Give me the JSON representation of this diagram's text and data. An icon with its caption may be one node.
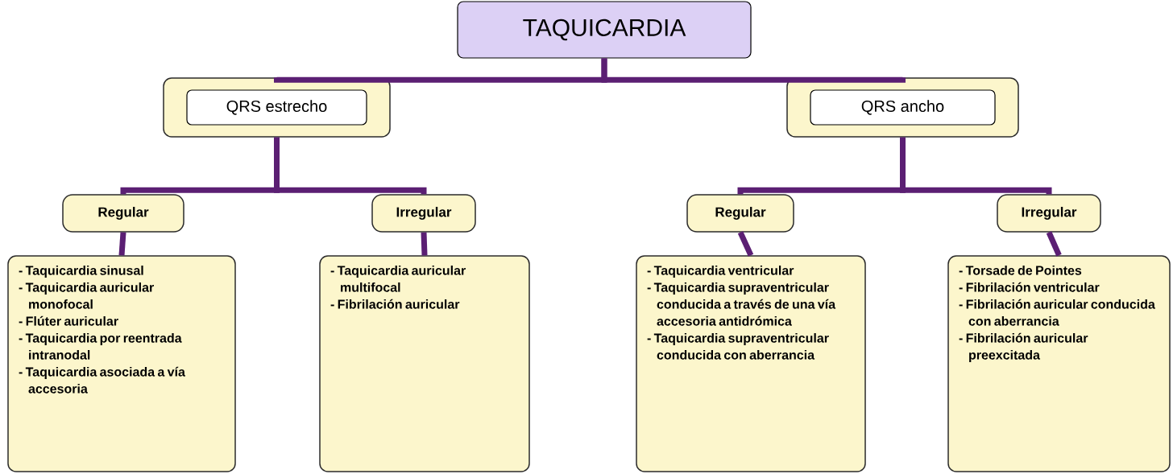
{
  "diagram": {
    "nodes": [
      {
        "text": [
          "TAQUICARDIA"
        ]
      },
      {
        "text": [
          "QRS estrecho"
        ]
      },
      {
        "text": [
          "QRS ancho"
        ]
      },
      {
        "text": [
          "Regular"
        ]
      },
      {
        "text": [
          "Irregular"
        ]
      },
      {
        "text": [
          "Regular"
        ]
      },
      {
        "text": [
          "Irregular"
        ]
      },
      {
        "text": [
          "- Taquicardia sinusal",
          "- Taquicardia auricular monofocal",
          "- Flúter auricular",
          "- Taquicardia por reentrada intranodal",
          "- Taquicardia asociada a vía accesoria"
        ]
      },
      {
        "text": [
          "- Taquicardia auricular multifocal",
          "- Fibrilación auricular"
        ]
      },
      {
        "text": [
          "- Taquicardia ventricular",
          "- Taquicardia supraventricular conducida a través de una vía accesoria antidrómica",
          "- Taquicardia supraventricular conducida con aberrancia"
        ]
      },
      {
        "text": [
          "- Torsade de Pointes",
          "- Fibrilación ventricular",
          "- Fibrilación auricular conducida con aberrancia",
          "- Fibrilación auricular preexcitada"
        ]
      }
    ],
    "edges": [
      {
        "from": 0,
        "to": 1,
        "arrow": "none"
      },
      {
        "from": 0,
        "to": 2,
        "arrow": "none"
      },
      {
        "from": 1,
        "to": 3,
        "arrow": "none"
      },
      {
        "from": 1,
        "to": 4,
        "arrow": "none"
      },
      {
        "from": 2,
        "to": 5,
        "arrow": "none"
      },
      {
        "from": 2,
        "to": 6,
        "arrow": "none"
      },
      {
        "from": 3,
        "to": 7,
        "arrow": "none"
      },
      {
        "from": 4,
        "to": 8,
        "arrow": "none"
      },
      {
        "from": 5,
        "to": 9,
        "arrow": "none"
      },
      {
        "from": 6,
        "to": 10,
        "arrow": "none"
      }
    ]
  }
}
